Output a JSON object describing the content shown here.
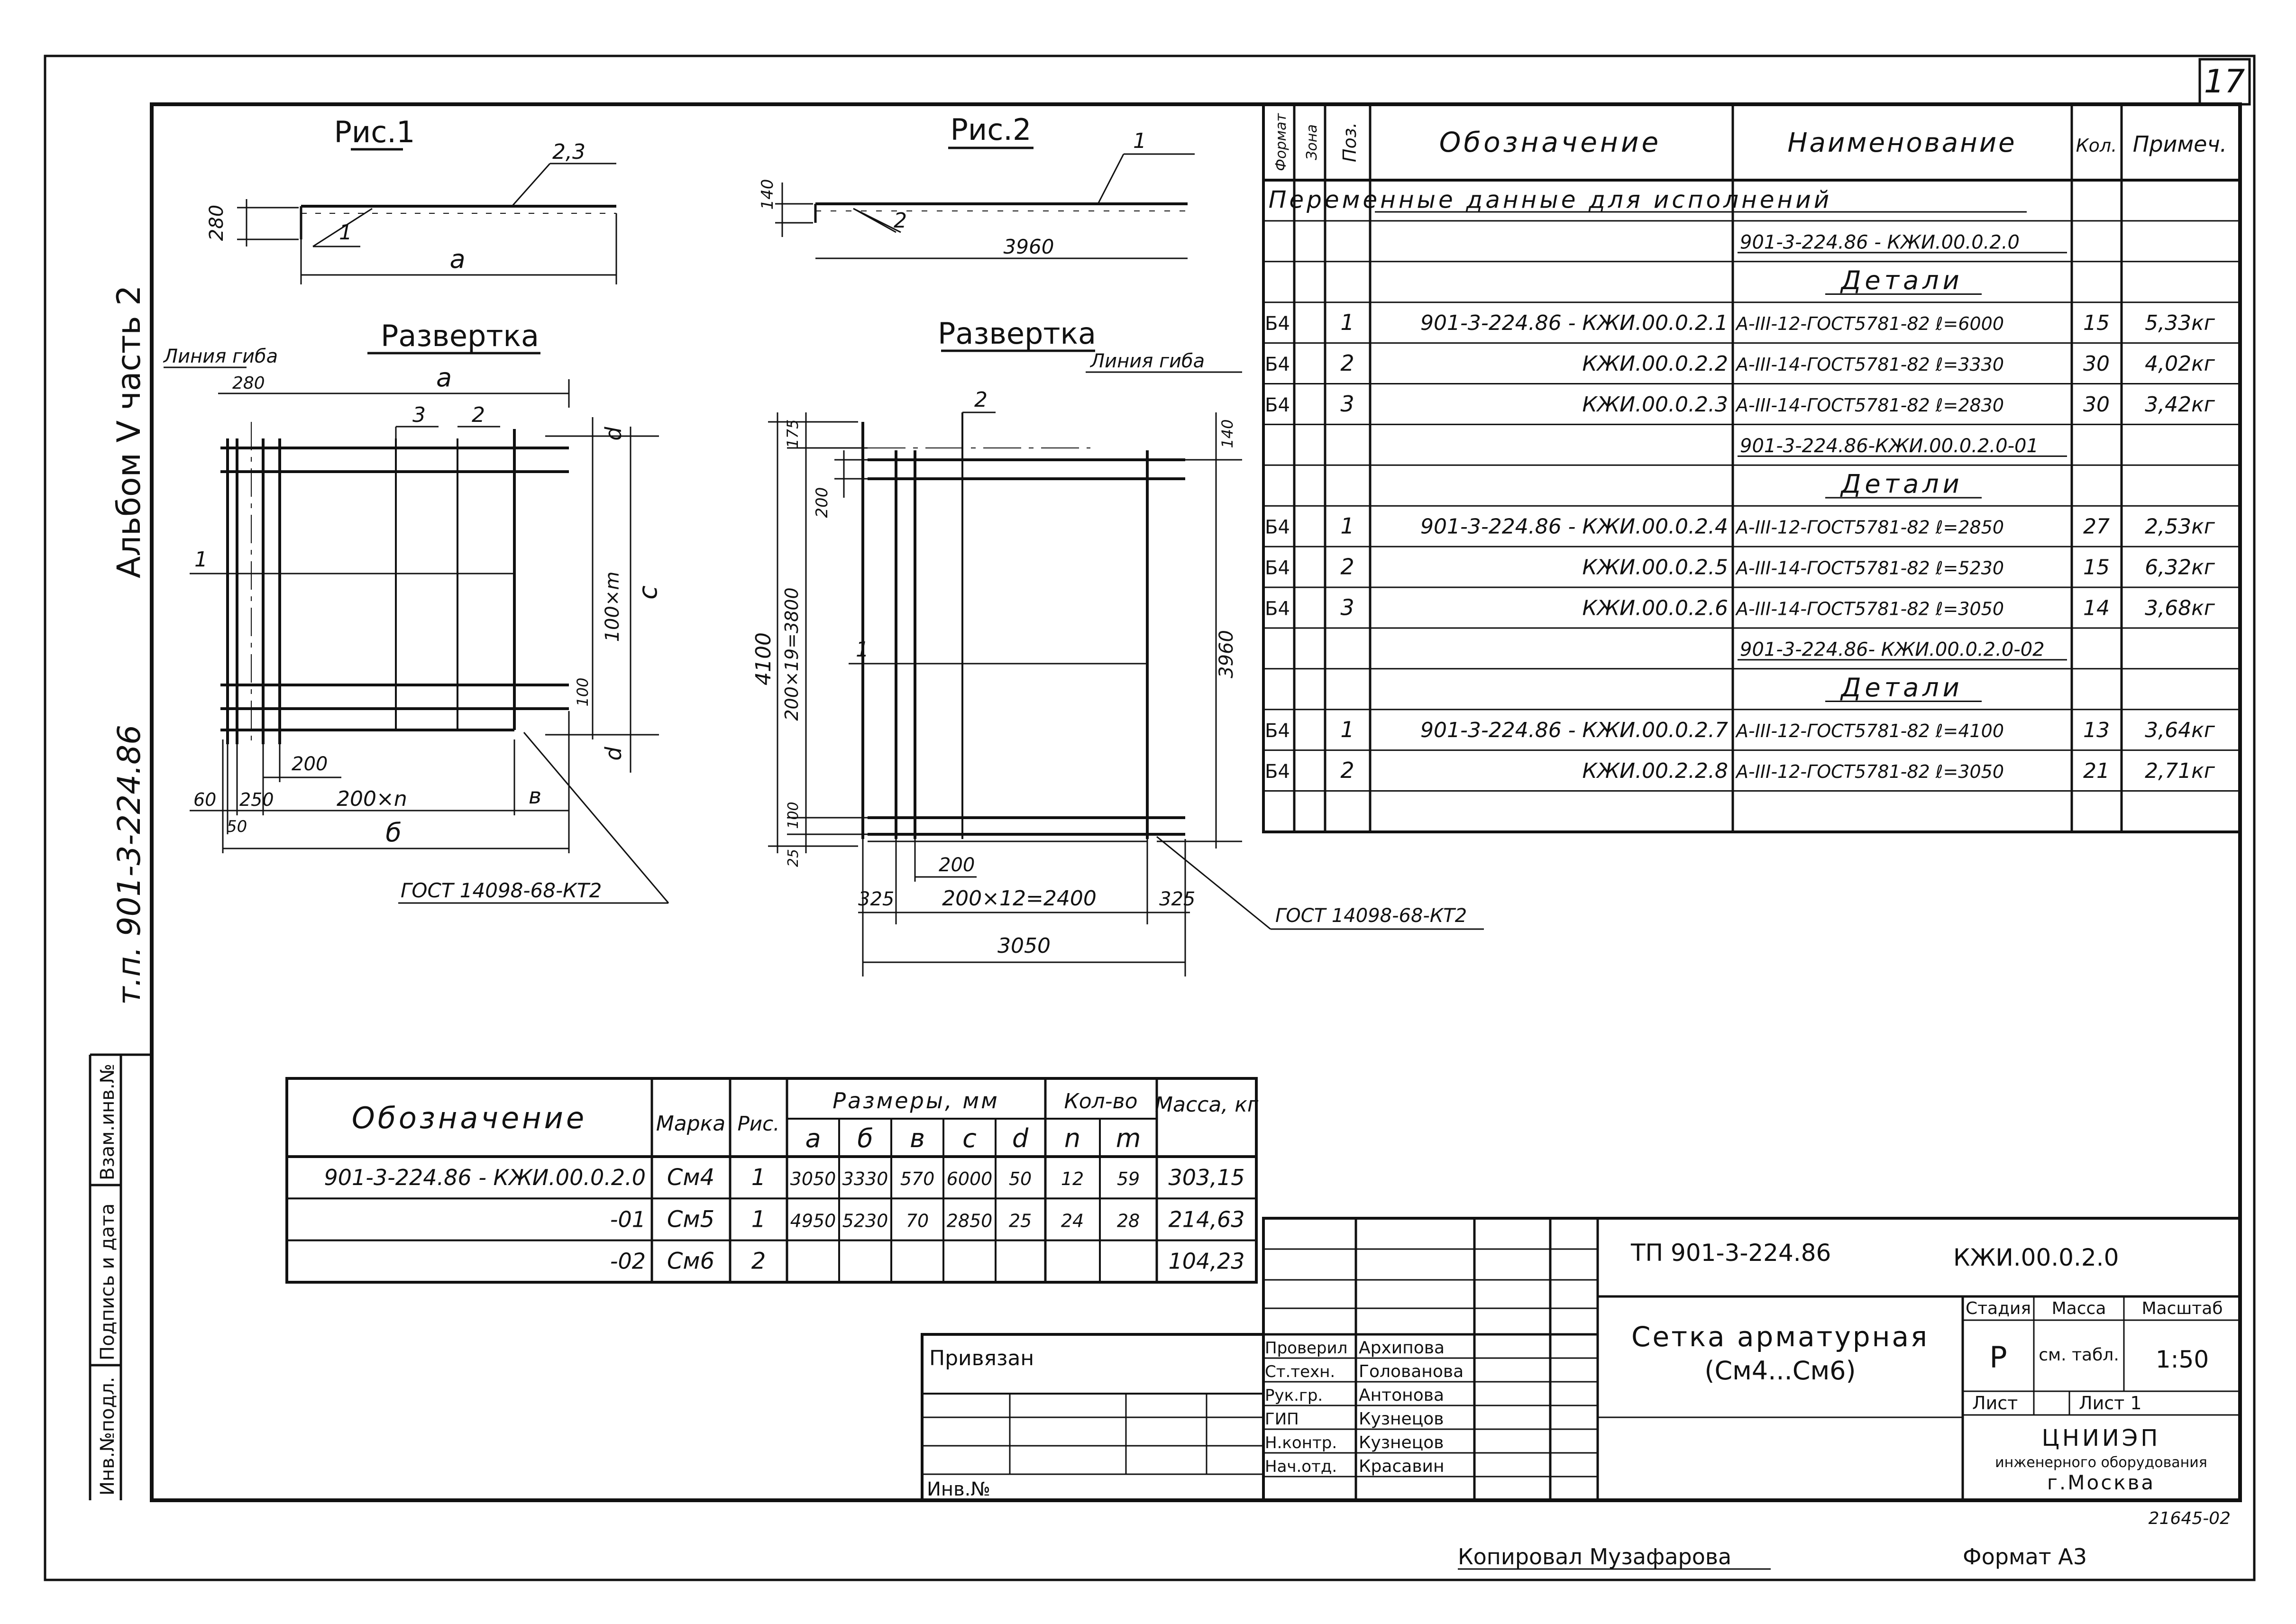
{
  "sheet_number": "17",
  "margin": {
    "album": "Альбом V часть 2",
    "project": "т.п. 901-3-224.86",
    "stamps": [
      "Инв.№подл.",
      "Подпись и дата",
      "Взам.инв.№"
    ]
  },
  "fig1": {
    "title": "Рис.1",
    "dims": {
      "h280": "280",
      "a": "a",
      "pos_1": "1",
      "pos_23": "2,3"
    },
    "razvertka": "Развертка",
    "liniya_giba": "Линия гиба",
    "labels": {
      "d280": "280",
      "a": "a",
      "p3": "3",
      "p2": "2",
      "d": "d",
      "c": "c",
      "m": "100×m",
      "d100": "100",
      "p1": "1",
      "d200": "200",
      "d60": "60",
      "d250": "250",
      "d50": "50",
      "n": "200×n",
      "v": "в",
      "b": "б",
      "d2": "d"
    },
    "gost": "ГОСТ 14098-68-КТ2"
  },
  "fig2": {
    "title": "Рис.2",
    "dims": {
      "h140": "140",
      "len": "3960",
      "pos_1": "1",
      "pos_2": "2"
    },
    "razvertka": "Развертка",
    "liniya_giba": "Линия гиба",
    "labels": {
      "d175": "175",
      "d140": "140",
      "p2": "2",
      "d200": "200",
      "d4100": "4100",
      "d3800": "200×19=3800",
      "p1": "1",
      "d3960": "3960",
      "d100": "100",
      "d25": "25",
      "d200b": "200",
      "d325a": "325",
      "d2400": "200×12=2400",
      "d325b": "325",
      "d3050": "3050"
    },
    "gost": "ГОСТ 14098-68-КТ2"
  },
  "spec": {
    "headers": {
      "format": "Формат",
      "zona": "Зона",
      "poz": "Поз.",
      "oboz": "Обозначение",
      "naim": "Наименование",
      "kol": "Кол.",
      "prim": "Примеч."
    },
    "rows": [
      {
        "type": "note",
        "text": "Переменные данные для исполнений"
      },
      {
        "type": "sub",
        "text": "901-3-224.86 - КЖИ.00.0.2.0"
      },
      {
        "type": "sec",
        "text": "Детали"
      },
      {
        "type": "item",
        "format": "Б4",
        "poz": "1",
        "oboz": "901-3-224.86 - КЖИ.00.0.2.1",
        "naim": "А-III-12-ГОСТ5781-82 ℓ=6000",
        "kol": "15",
        "prim": "5,33кг"
      },
      {
        "type": "item",
        "format": "Б4",
        "poz": "2",
        "oboz": "КЖИ.00.0.2.2",
        "naim": "А-III-14-ГОСТ5781-82 ℓ=3330",
        "kol": "30",
        "prim": "4,02кг"
      },
      {
        "type": "item",
        "format": "Б4",
        "poz": "3",
        "oboz": "КЖИ.00.0.2.3",
        "naim": "А-III-14-ГОСТ5781-82 ℓ=2830",
        "kol": "30",
        "prim": "3,42кг"
      },
      {
        "type": "sub",
        "text": "901-3-224.86-КЖИ.00.0.2.0-01"
      },
      {
        "type": "sec",
        "text": "Детали"
      },
      {
        "type": "item",
        "format": "Б4",
        "poz": "1",
        "oboz": "901-3-224.86 - КЖИ.00.0.2.4",
        "naim": "А-III-12-ГОСТ5781-82 ℓ=2850",
        "kol": "27",
        "prim": "2,53кг"
      },
      {
        "type": "item",
        "format": "Б4",
        "poz": "2",
        "oboz": "КЖИ.00.0.2.5",
        "naim": "А-III-14-ГОСТ5781-82 ℓ=5230",
        "kol": "15",
        "prim": "6,32кг"
      },
      {
        "type": "item",
        "format": "Б4",
        "poz": "3",
        "oboz": "КЖИ.00.0.2.6",
        "naim": "А-III-14-ГОСТ5781-82 ℓ=3050",
        "kol": "14",
        "prim": "3,68кг"
      },
      {
        "type": "sub",
        "text": "901-3-224.86- КЖИ.00.0.2.0-02"
      },
      {
        "type": "sec",
        "text": "Детали"
      },
      {
        "type": "item",
        "format": "Б4",
        "poz": "1",
        "oboz": "901-3-224.86 - КЖИ.00.0.2.7",
        "naim": "А-III-12-ГОСТ5781-82 ℓ=4100",
        "kol": "13",
        "prim": "3,64кг"
      },
      {
        "type": "item",
        "format": "Б4",
        "poz": "2",
        "oboz": "КЖИ.00.2.2.8",
        "naim": "А-III-12-ГОСТ5781-82 ℓ=3050",
        "kol": "21",
        "prim": "2,71кг"
      },
      {
        "type": "empty"
      }
    ]
  },
  "sizes": {
    "headers": {
      "oboz": "Обозначение",
      "marka": "Марка",
      "ris": "Рис.",
      "razm": "Размеры, мм",
      "kol": "Кол-во",
      "massa": "Масса, кг",
      "a": "a",
      "b": "б",
      "v": "в",
      "c": "c",
      "d": "d",
      "n": "n",
      "m": "m"
    },
    "rows": [
      {
        "oboz": "901-3-224.86 - КЖИ.00.0.2.0",
        "marka": "См4",
        "ris": "1",
        "a": "3050",
        "b": "3330",
        "v": "570",
        "c": "6000",
        "d": "50",
        "n": "12",
        "m": "59",
        "massa": "303,15"
      },
      {
        "oboz": "-01",
        "marka": "См5",
        "ris": "1",
        "a": "4950",
        "b": "5230",
        "v": "70",
        "c": "2850",
        "d": "25",
        "n": "24",
        "m": "28",
        "massa": "214,63"
      },
      {
        "oboz": "-02",
        "marka": "См6",
        "ris": "2",
        "a": "",
        "b": "",
        "v": "",
        "c": "",
        "d": "",
        "n": "",
        "m": "",
        "massa": "104,23"
      }
    ]
  },
  "title_block": {
    "privyazan": "Привязан",
    "inv": "Инв.№",
    "roles": [
      "Проверил",
      "Ст.техн.",
      "Рук.гр.",
      "ГИП",
      "Н.контр.",
      "Нач.отд."
    ],
    "names": [
      "Архипова",
      "Голованова",
      "Антонова",
      "Кузнецов",
      "Кузнецов",
      "Красавин"
    ],
    "tp": "ТП 901-3-224.86",
    "code": "КЖИ.00.0.2.0",
    "name_line1": "Сетка арматурная",
    "name_line2": "(См4...См6)",
    "stadiya_h": "Стадия",
    "massa_h": "Масса",
    "masshtab_h": "Масштаб",
    "stadiya": "Р",
    "massa": "см. табл.",
    "masshtab": "1:50",
    "list": "Лист",
    "listov": "Лист 1",
    "org1": "ЦНИИЭП",
    "org2": "инженерного оборудования",
    "org3": "г.Москва",
    "inv_stamp": "21645-02"
  },
  "footer": {
    "copied": "Копировал Музафарова",
    "format": "Формат А3"
  }
}
